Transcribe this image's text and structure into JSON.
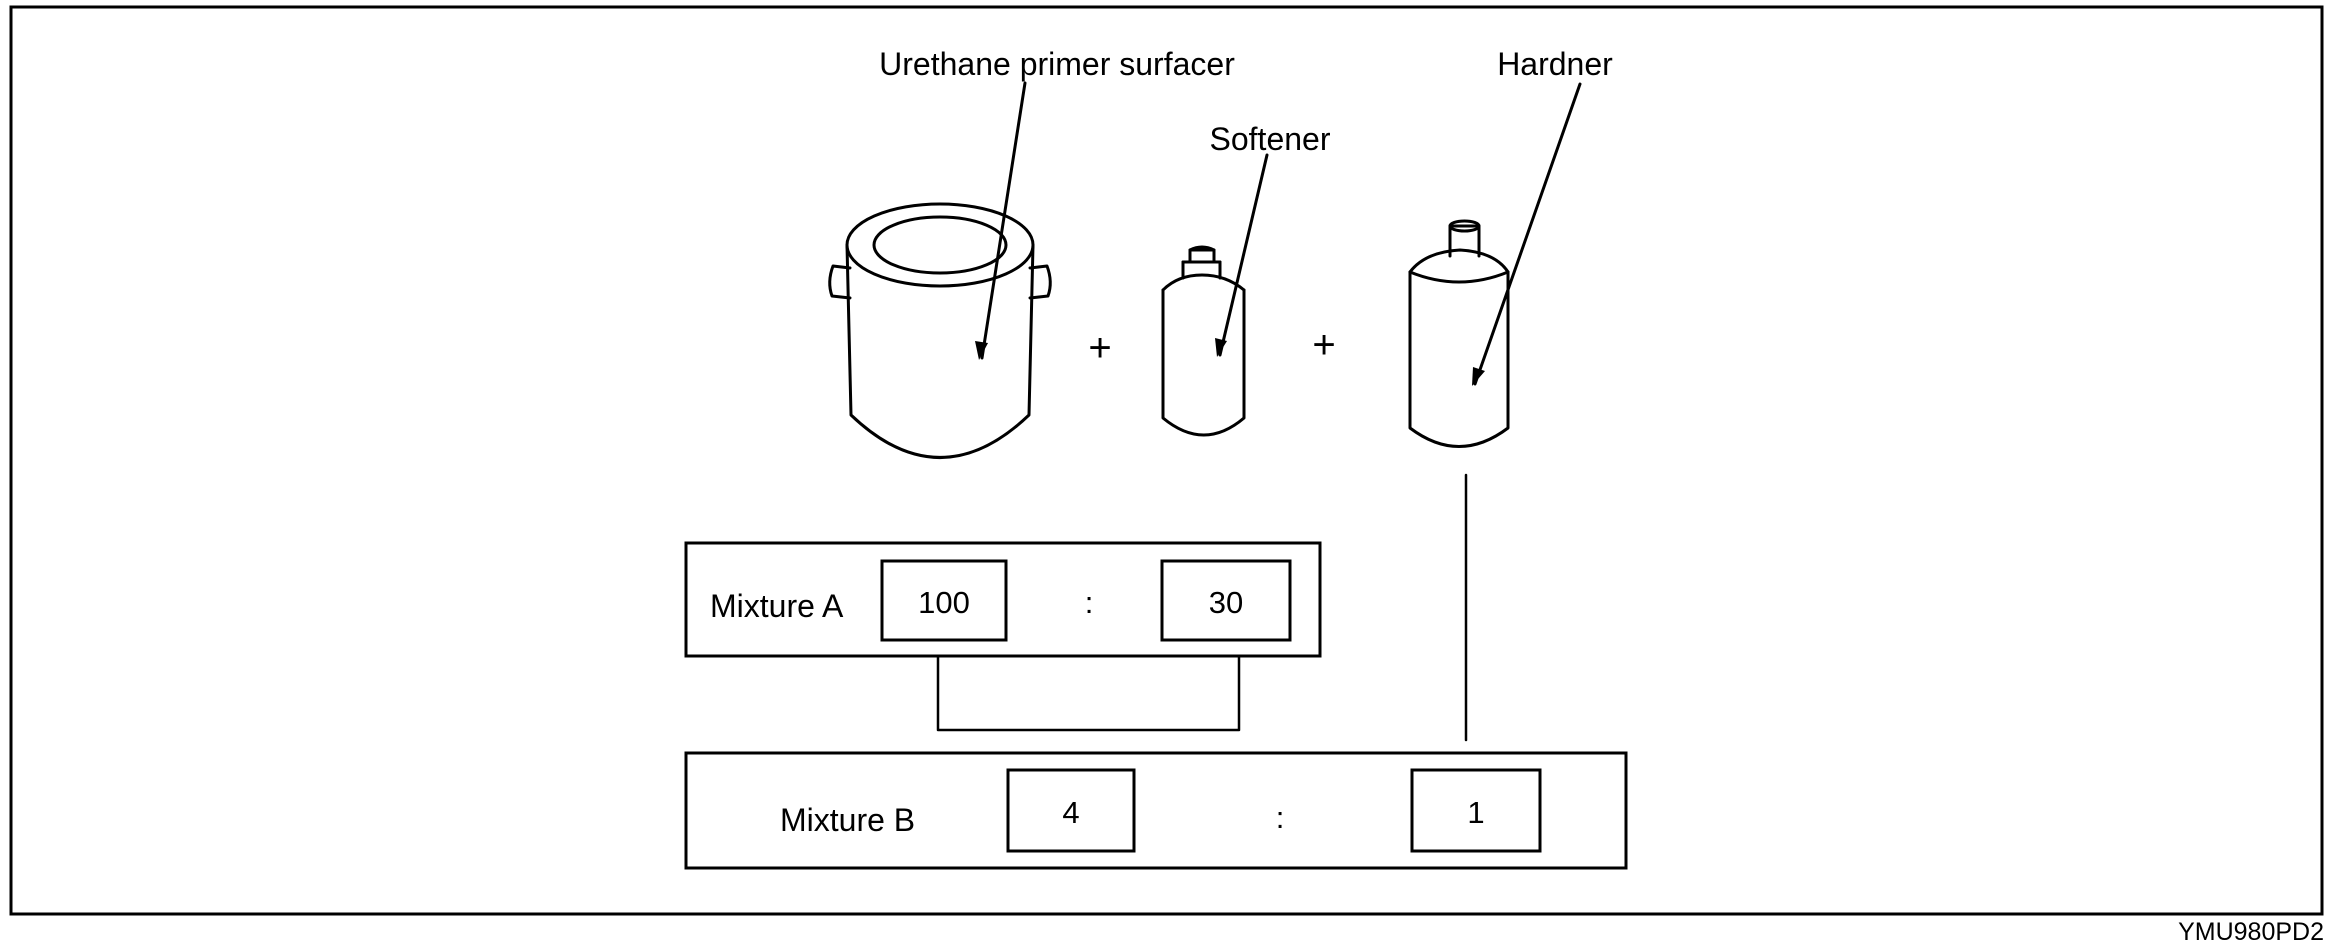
{
  "labels": {
    "primer": "Urethane primer surfacer",
    "softener": "Softener",
    "hardner": "Hardner",
    "plus": "+"
  },
  "mixture_a": {
    "label": "Mixture A",
    "left_value": "100",
    "separator": ":",
    "right_value": "30"
  },
  "mixture_b": {
    "label": "Mixture B",
    "left_value": "4",
    "separator": ":",
    "right_value": "1"
  },
  "figure_code": "YMU980PD2"
}
